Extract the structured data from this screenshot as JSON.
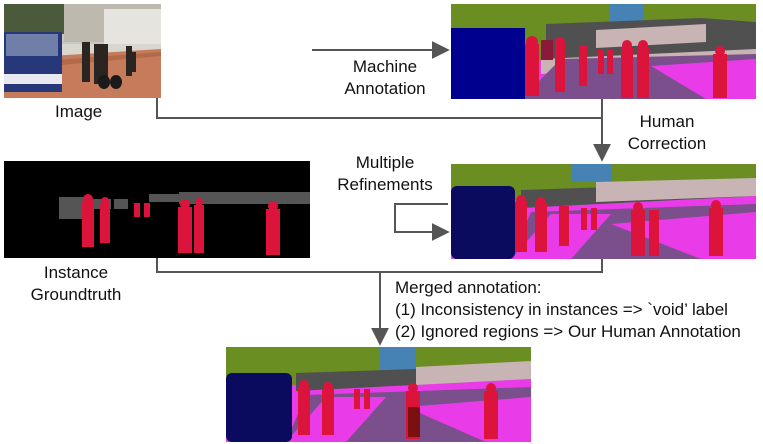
{
  "nodes": {
    "image": {
      "label": "Image"
    },
    "machine": {
      "label_lines": [
        "Machine",
        "Annotation"
      ]
    },
    "human": {
      "label_lines": [
        "Human",
        "Correction"
      ]
    },
    "refine": {
      "label_lines": [
        "Multiple",
        "Refinements"
      ]
    },
    "instance": {
      "label_lines": [
        "Instance",
        "Groundtruth"
      ]
    },
    "merged": {
      "label_lines": [
        "Merged annotation:",
        "(1) Inconsistency in instances => `void’ label",
        "(2) Ignored regions => Our Human Annotation"
      ]
    }
  },
  "colors": {
    "road": "#7b4f8c",
    "sidewalk": "#e93ce8",
    "vegetation": "#6b8e23",
    "sky": "#4682b4",
    "building": "#505050",
    "wall": "#c8b4b4",
    "car": "#00008e",
    "person": "#dc143c",
    "rider": "#ff2020",
    "ground_bg": "#000000",
    "ground_gray": "#555555",
    "edge": "#555555"
  }
}
